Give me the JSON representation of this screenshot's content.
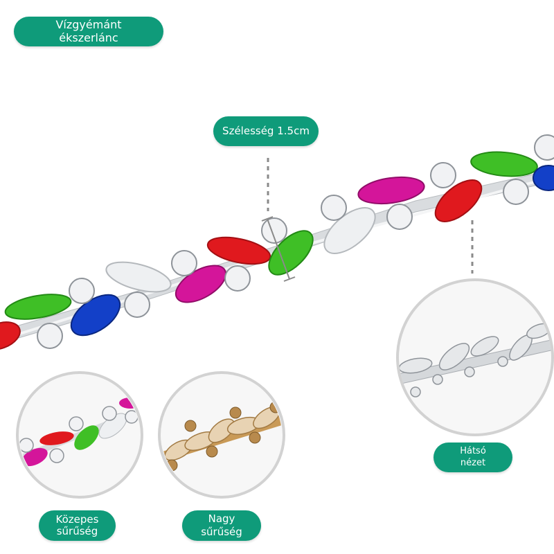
{
  "labels": {
    "title_line1": "Vízgyémánt",
    "title_line2": "ékszerlánc",
    "width": "Szélesség 1.5cm",
    "back_line1": "Hátsó",
    "back_line2": "nézet",
    "medium_line1": "Közepes",
    "medium_line2": "sűrűség",
    "high_line1": "Nagy",
    "high_line2": "sűrűség"
  },
  "colors": {
    "pill": "#0f9b7a",
    "red": "#e0191e",
    "green": "#3fbf26",
    "blue": "#1340c8",
    "magenta": "#d4159a",
    "clear": "#eef0f2",
    "silver": "#c9ccd0",
    "gold": "#c99a57"
  }
}
